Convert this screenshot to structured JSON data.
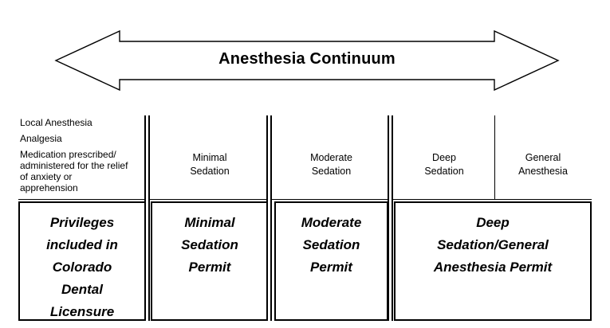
{
  "colors": {
    "line": "#000000",
    "background": "#ffffff",
    "text": "#000000"
  },
  "banner": {
    "title": "Anesthesia Continuum",
    "arrow_shape": "double-headed-horizontal-arrow"
  },
  "levels_row": {
    "licensure_scope": {
      "lines": [
        "Local Anesthesia",
        "Analgesia",
        "Medication prescribed/",
        "administered for the relief",
        "of anxiety or",
        "apprehension"
      ]
    },
    "columns": [
      {
        "lines": [
          "Minimal",
          "Sedation"
        ]
      },
      {
        "lines": [
          "Moderate",
          "Sedation"
        ]
      },
      {
        "lines": [
          "Deep",
          "Sedation"
        ]
      },
      {
        "lines": [
          "General",
          "Anesthesia"
        ]
      }
    ]
  },
  "permits_row": {
    "boxes": [
      {
        "lines": [
          "Privileges",
          "included in",
          "Colorado",
          "Dental",
          "Licensure"
        ]
      },
      {
        "lines": [
          "Minimal",
          "Sedation",
          "Permit"
        ]
      },
      {
        "lines": [
          "Moderate",
          "Sedation",
          "Permit"
        ]
      },
      {
        "lines": [
          "Deep",
          "Sedation/General",
          "Anesthesia Permit"
        ]
      }
    ]
  }
}
